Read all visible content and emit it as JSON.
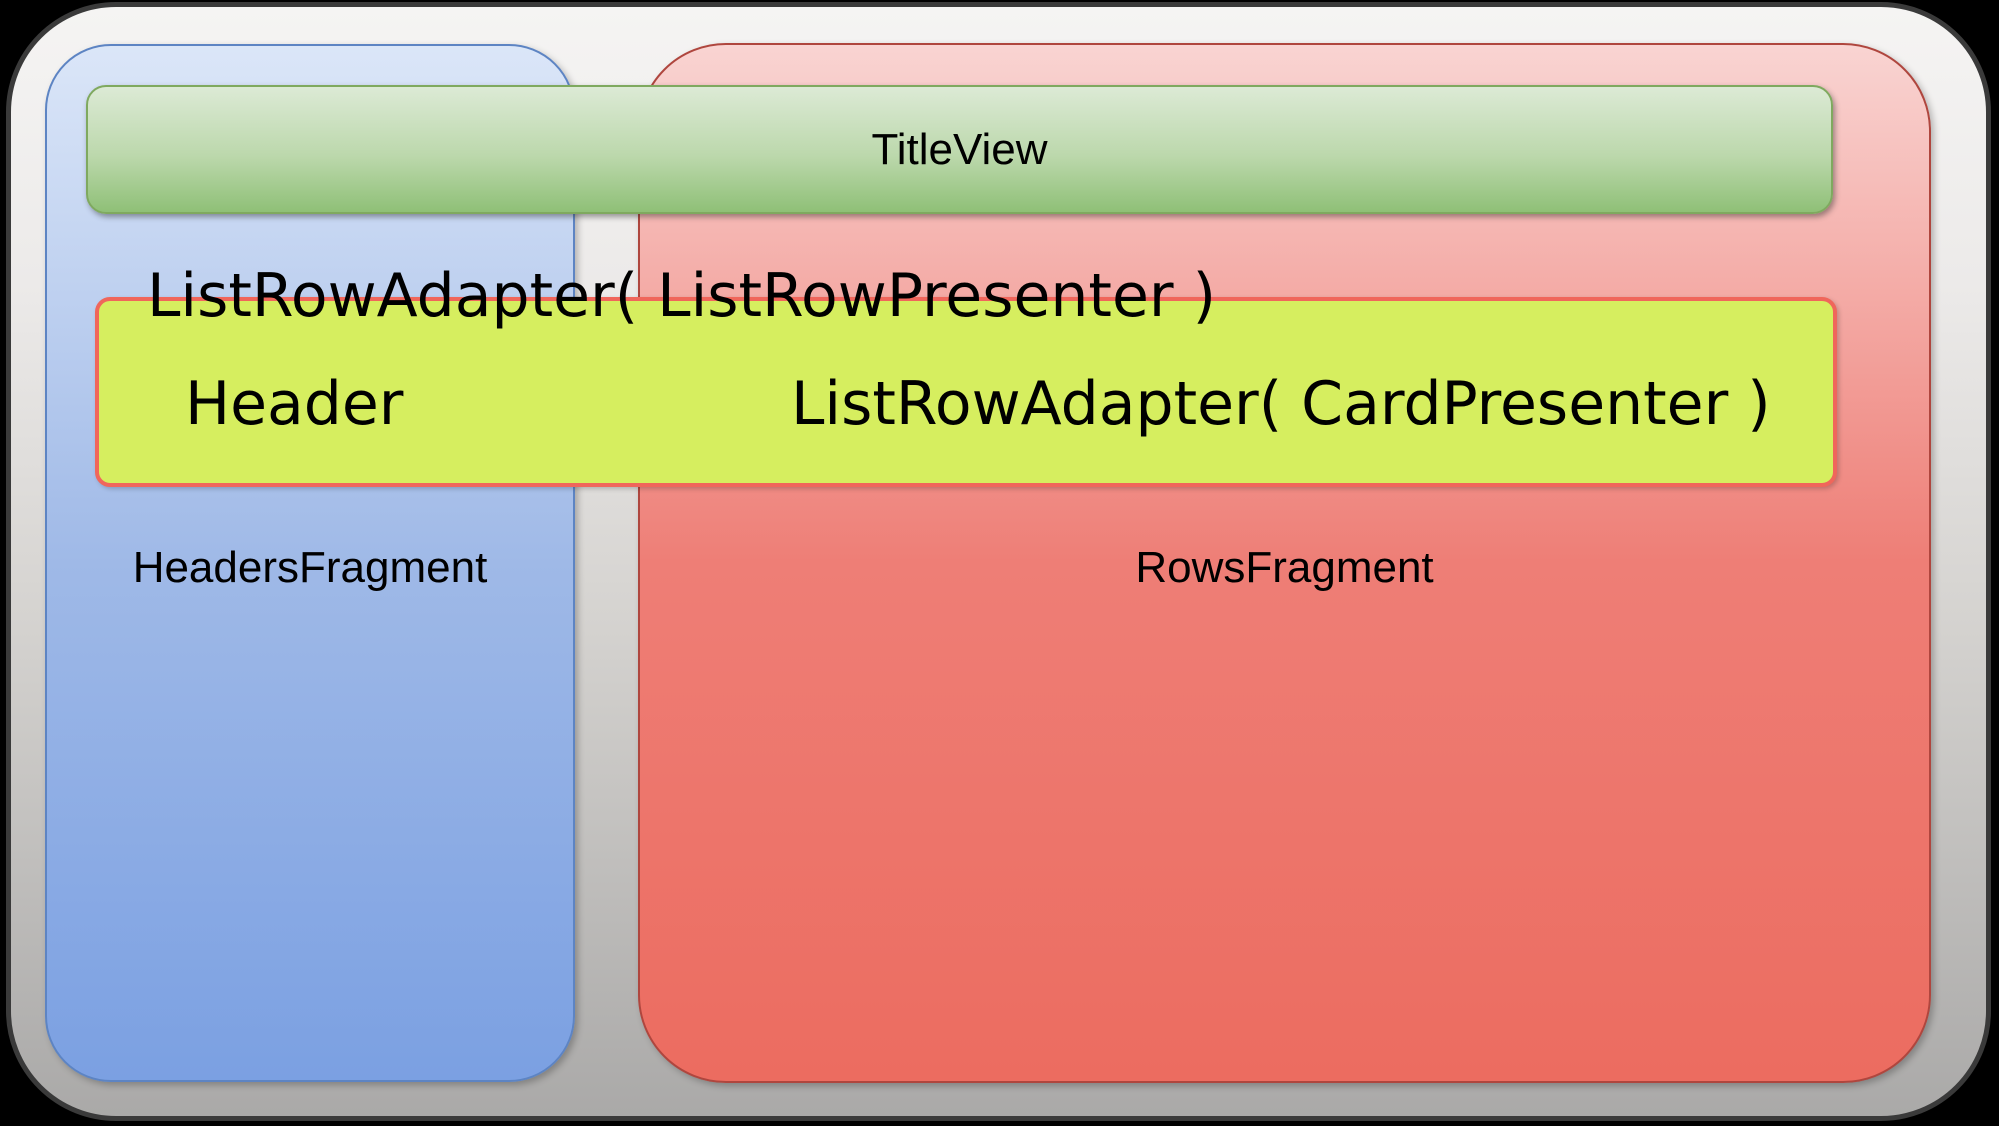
{
  "diagram": {
    "title_view": {
      "label": "TitleView"
    },
    "list_row_adapter_text": "ListRowAdapter( ListRowPresenter )",
    "adapter_row": {
      "header_label": "Header",
      "card_adapter_label": "ListRowAdapter( CardPresenter )"
    },
    "headers_fragment": {
      "label": "HeadersFragment"
    },
    "rows_fragment": {
      "label": "RowsFragment"
    },
    "colors": {
      "page_background": "#000000",
      "frame_fill_top": "#f5f4f3",
      "frame_fill_bottom": "#aaa9a8",
      "frame_border": "#3a3a3a",
      "headers_fill_top": "#dbe6f8",
      "headers_fill_bottom": "#7ba0e2",
      "headers_border": "#5d84c3",
      "rows_fill_top": "#f9d4d2",
      "rows_fill_bottom": "#ec6c60",
      "rows_border": "#af463e",
      "title_fill_top": "#dcead5",
      "title_fill_bottom": "#8fc077",
      "title_border": "#7fa95f",
      "adapter_row_fill": "#d6ee5f",
      "adapter_row_border": "#f0665b",
      "text": "#000000"
    }
  }
}
